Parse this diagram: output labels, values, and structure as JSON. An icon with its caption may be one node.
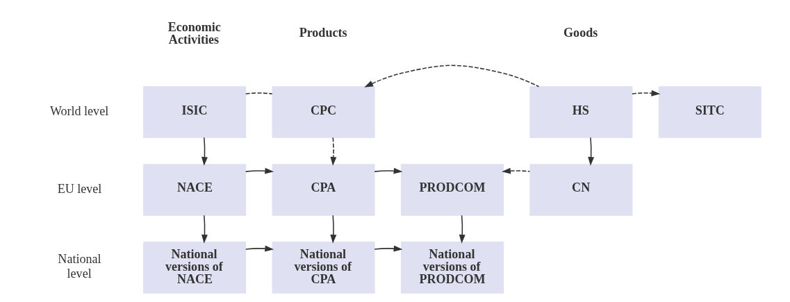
{
  "diagram": {
    "nodes": [
      {
        "text": [
          "ISIC"
        ]
      },
      {
        "text": [
          "CPC"
        ]
      },
      {
        "text": [
          "HS"
        ]
      },
      {
        "text": [
          "SITC"
        ]
      },
      {
        "text": [
          "NACE"
        ]
      },
      {
        "text": [
          "CPA"
        ]
      },
      {
        "text": [
          "PRODCOM"
        ]
      },
      {
        "text": [
          "CN"
        ]
      },
      {
        "text": [
          "National versions of NACE"
        ]
      },
      {
        "text": [
          "National versions of CPA"
        ]
      },
      {
        "text": [
          "National versions of PRODCOM"
        ]
      }
    ],
    "edges": [
      {
        "from": 0,
        "to": 1,
        "arrow": "none",
        "style": "dashed"
      },
      {
        "from": 2,
        "to": 1,
        "arrow": "to",
        "style": "dashed"
      },
      {
        "from": 2,
        "to": 3,
        "arrow": "to",
        "style": "dashed"
      },
      {
        "from": 0,
        "to": 4,
        "arrow": "to"
      },
      {
        "from": 1,
        "to": 5,
        "arrow": "to",
        "style": "dashed"
      },
      {
        "from": 2,
        "to": 7,
        "arrow": "to"
      },
      {
        "from": 4,
        "to": 5,
        "arrow": "to"
      },
      {
        "from": 5,
        "to": 6,
        "arrow": "to"
      },
      {
        "from": 7,
        "to": 6,
        "arrow": "to",
        "style": "dashed"
      },
      {
        "from": 4,
        "to": 8,
        "arrow": "to"
      },
      {
        "from": 5,
        "to": 9,
        "arrow": "to"
      },
      {
        "from": 6,
        "to": 10,
        "arrow": "to"
      },
      {
        "from": 8,
        "to": 9,
        "arrow": "to"
      },
      {
        "from": 9,
        "to": 10,
        "arrow": "to"
      }
    ],
    "labels": [
      "Economic Activities",
      "Products",
      "Goods",
      "World level",
      "EU level",
      "National level"
    ]
  }
}
